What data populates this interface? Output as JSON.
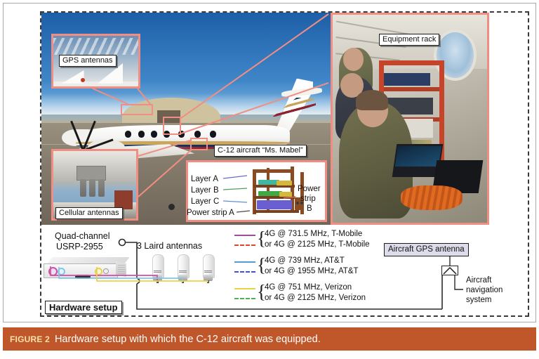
{
  "figure": {
    "tag": "FIGURE 2",
    "caption": "Hardware setup with which the C-12 aircraft was equipped."
  },
  "photo_labels": {
    "gps_antennas": "GPS antennas",
    "cellular_antennas": "Cellular antennas",
    "aircraft": "C-12 aircraft “Ms. Mabel”",
    "equipment_rack": "Equipment rack"
  },
  "rack_diagram": {
    "layer_a": "Layer A",
    "layer_b": "Layer B",
    "layer_c": "Layer C",
    "power_strip_a": "Power strip A",
    "power_strip_b_l1": "Power",
    "power_strip_b_l2": "strip",
    "power_strip_b_l3": "B"
  },
  "hardware_setup": {
    "box_label": "Hardware setup",
    "usrp_l1": "Quad-channel",
    "usrp_l2": "USRP-2955",
    "antennas_label": "3 Laird antennas",
    "gps_antenna_box": "Aircraft GPS antenna",
    "nav_l1": "Aircraft",
    "nav_l2": "navigation",
    "nav_l3": "system"
  },
  "legend": [
    {
      "solid_color": "#9b4f9b",
      "dashed_color": "#e0452f",
      "solid_text": "4G @ 731.5 MHz, T-Mobile",
      "dashed_text": "or 4G @ 2125 MHz, T-Mobile"
    },
    {
      "solid_color": "#4f9fd6",
      "dashed_color": "#3f51c9",
      "solid_text": "4G @ 739 MHz, AT&T",
      "dashed_text": "or 4G @ 1955 MHz, AT&T"
    },
    {
      "solid_color": "#e8d24a",
      "dashed_color": "#4fae56",
      "solid_text": "4G @ 751 MHz, Verizon",
      "dashed_text": "or 4G @ 2125 MHz, Verizon"
    }
  ],
  "colors": {
    "caption_bar": "#c0572b",
    "caption_tag": "#f3e3a8",
    "callout_red": "#f08e84",
    "cable_magenta": "#d050a8",
    "cable_cyan": "#7fc7e8",
    "cable_yellow": "#e8d24a",
    "rack_orange": "#c6452a",
    "chip_lavender": "#dcdcea"
  }
}
